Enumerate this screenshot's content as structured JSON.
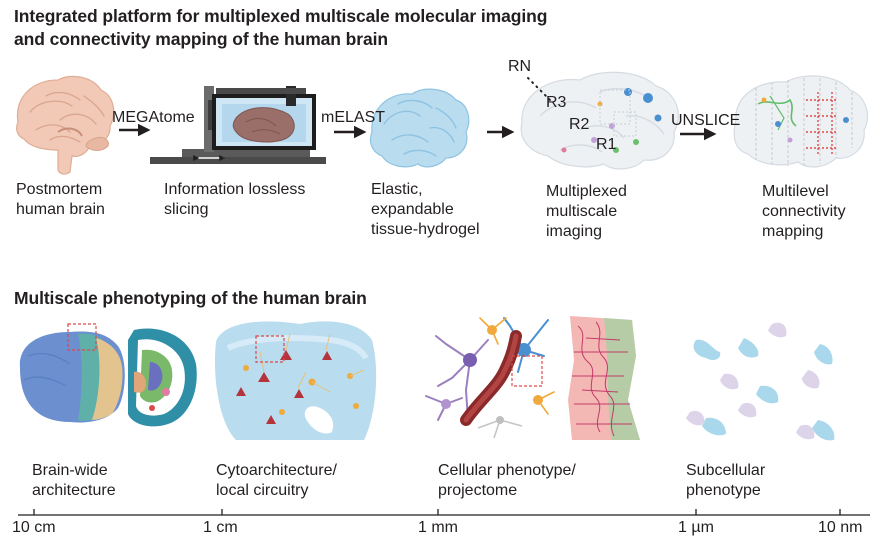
{
  "header": {
    "title_line1": "Integrated platform for multiplexed multiscale molecular imaging",
    "title_line2": "and connectivity mapping of the human brain"
  },
  "pipeline": {
    "steps": [
      {
        "lines": [
          "Postmortem",
          "human brain"
        ]
      },
      {
        "lines": [
          "Information lossless",
          "slicing"
        ]
      },
      {
        "lines": [
          "Elastic,",
          "expandable",
          "tissue-hydrogel"
        ]
      },
      {
        "lines": [
          "Multiplexed",
          "multiscale",
          "imaging"
        ]
      },
      {
        "lines": [
          "Multilevel",
          "connectivity",
          "mapping"
        ]
      }
    ],
    "arrows": [
      "MEGAtome",
      "mELAST",
      "UNSLICE"
    ],
    "resolution_labels": [
      "RN",
      "R3",
      "R2",
      "R1"
    ]
  },
  "phenotyping": {
    "title": "Multiscale phenotyping of the human brain",
    "items": [
      {
        "lines": [
          "Brain-wide",
          "architecture"
        ]
      },
      {
        "lines": [
          "Cytoarchitecture/",
          "local circuitry"
        ]
      },
      {
        "lines": [
          "Cellular phenotype/",
          "projectome"
        ]
      },
      {
        "lines": [
          "Subcellular",
          "phenotype"
        ]
      }
    ]
  },
  "scale_bar": {
    "ticks": [
      "10 cm",
      "1 cm",
      "1 mm",
      "1 µm",
      "10 nm"
    ]
  },
  "colors": {
    "text": "#231f20",
    "brain_pink": "#f1c9b6",
    "hydrogel_blue": "#b9dcef",
    "lobe_blue": "#6b8fcf",
    "lobe_teal": "#5fb0a8",
    "lobe_tan": "#e3c48f",
    "cortex_green": "#a9cfa4",
    "vessel_red": "#8b2a2a",
    "neuron_red": "#b5343c",
    "neuron_purple": "#9b7fc0",
    "neuron_blue": "#4a8fd0",
    "neuron_orange": "#f0a93a",
    "synapse_blue": "#a9d8ec",
    "synapse_lilac": "#ddd4ea"
  }
}
